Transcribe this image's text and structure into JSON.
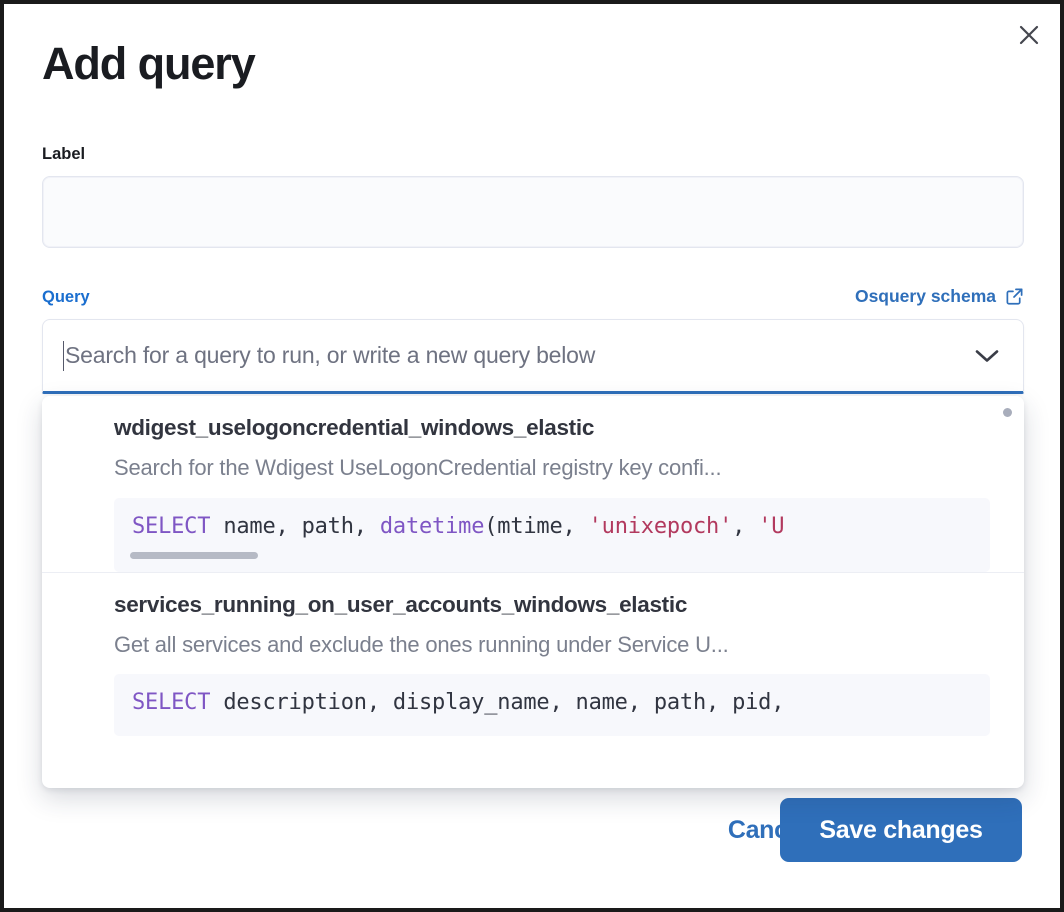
{
  "modal": {
    "title": "Add query",
    "close_icon": "close-icon"
  },
  "form": {
    "label_field": {
      "label": "Label",
      "value": "",
      "placeholder": ""
    },
    "query_field": {
      "label": "Query",
      "value": "",
      "placeholder": "Search for a query to run, or write a new query below",
      "chevron_icon": "chevron-down-icon"
    },
    "schema_link": {
      "text": "Osquery schema",
      "icon": "external-link-icon"
    }
  },
  "dropdown": {
    "items": [
      {
        "title": "wdigest_uselogoncredential_windows_elastic",
        "description": "Search for the Wdigest UseLogonCredential registry key confi...",
        "code_tokens": [
          {
            "t": "SELECT",
            "c": "kw"
          },
          {
            "t": " name, path, ",
            "c": "pn"
          },
          {
            "t": "datetime",
            "c": "fn"
          },
          {
            "t": "(mtime, ",
            "c": "pn"
          },
          {
            "t": "'unixepoch'",
            "c": "str"
          },
          {
            "t": ", ",
            "c": "pn"
          },
          {
            "t": "'U",
            "c": "str"
          }
        ],
        "has_hscrollbar": true
      },
      {
        "title": "services_running_on_user_accounts_windows_elastic",
        "description": "Get all services and exclude the ones running under Service U...",
        "code_tokens": [
          {
            "t": "SELECT",
            "c": "kw"
          },
          {
            "t": " description, display_name, name, path, pid,",
            "c": "pn"
          }
        ],
        "has_hscrollbar": false
      }
    ]
  },
  "footer": {
    "cancel_label": "Cancel",
    "save_label": "Save changes"
  },
  "colors": {
    "accent": "#2f6fba",
    "query_label": "#1a6ecf",
    "title": "#1a1c21",
    "muted": "#7b808e",
    "code_keyword": "#7f56c4",
    "code_string": "#b2395e",
    "code_bg": "#f7f8fc"
  }
}
